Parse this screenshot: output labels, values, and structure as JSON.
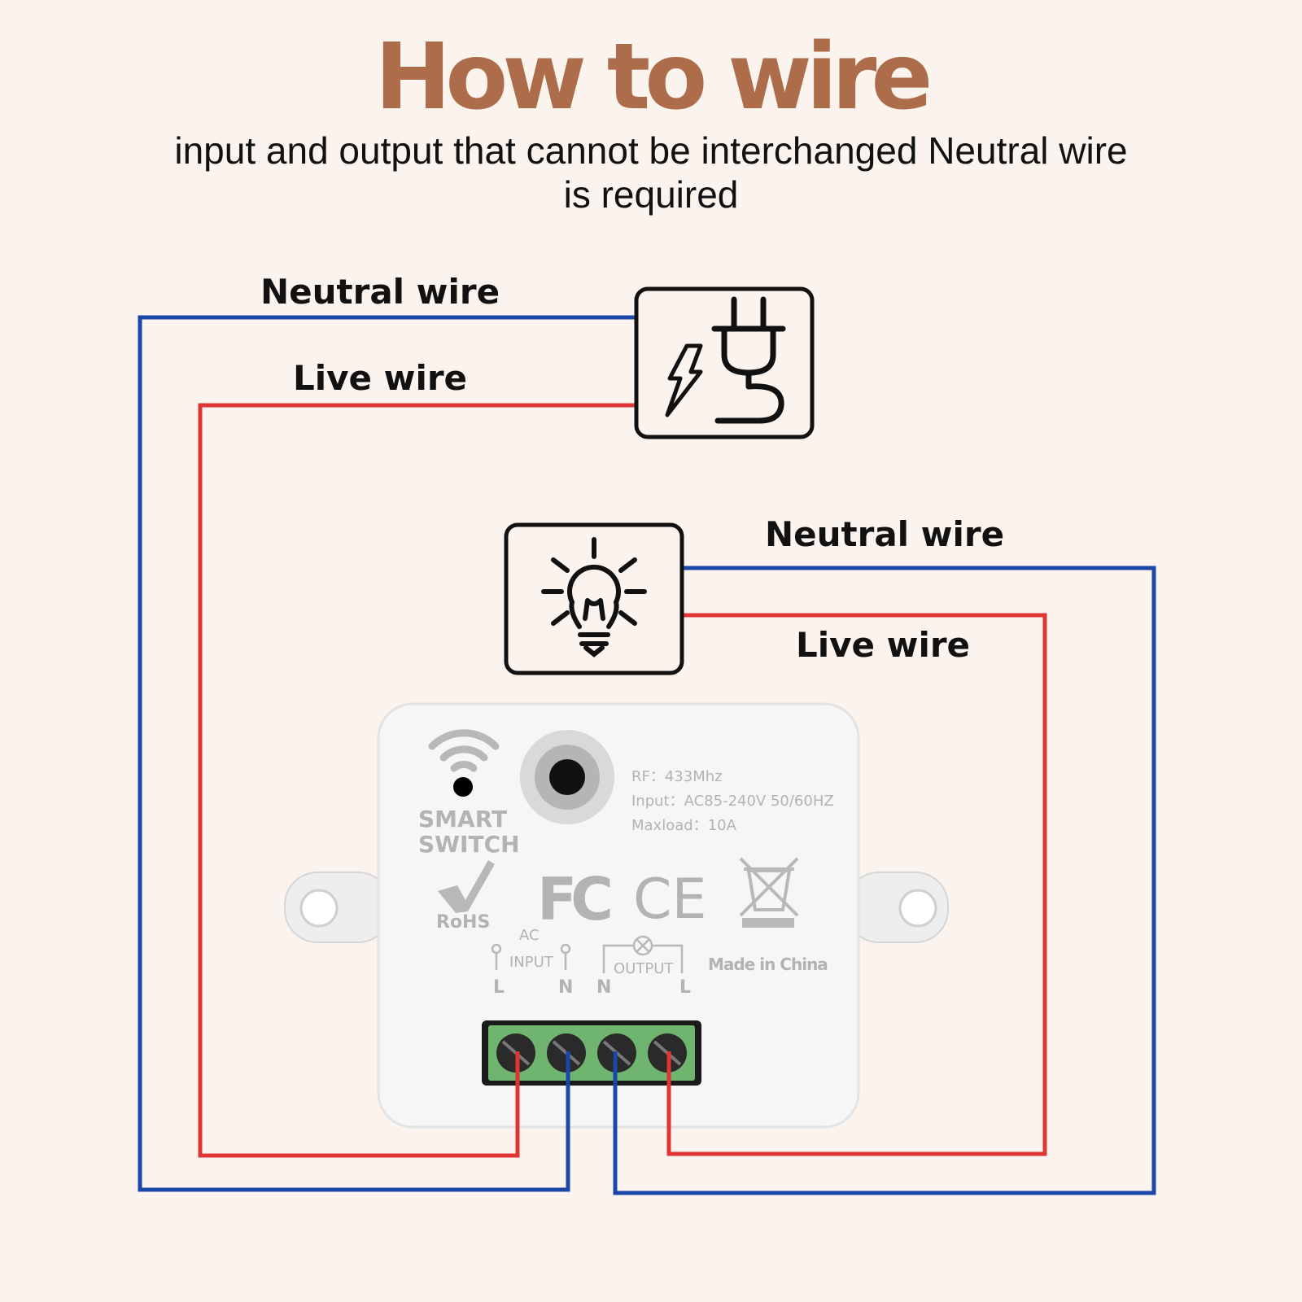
{
  "header": {
    "title": "How to wire",
    "subtitle": "input and output that cannot be interchanged Neutral wire is required"
  },
  "labels": {
    "input_neutral": "Neutral wire",
    "input_live": "Live wire",
    "output_neutral": "Neutral wire",
    "output_live": "Live wire"
  },
  "device": {
    "brand_line1": "SMART",
    "brand_line2": "SWITCH",
    "spec_rf": "RF：433Mhz",
    "spec_input": "Input：AC85-240V 50/60HZ",
    "spec_maxload": "Maxload：10A",
    "rohs": "RoHS",
    "fc": "FC",
    "ce": "CE",
    "ac": "AC",
    "input": "INPUT",
    "output": "OUTPUT",
    "made_in": "Made in China",
    "terminal_labels": [
      "L",
      "N",
      "N",
      "L"
    ]
  },
  "colors": {
    "title": "#ad6c4a",
    "neutral_wire": "#1a47a8",
    "live_wire": "#e03535",
    "background": "#fbf3ed",
    "terminal_block": "#6fb56f"
  }
}
